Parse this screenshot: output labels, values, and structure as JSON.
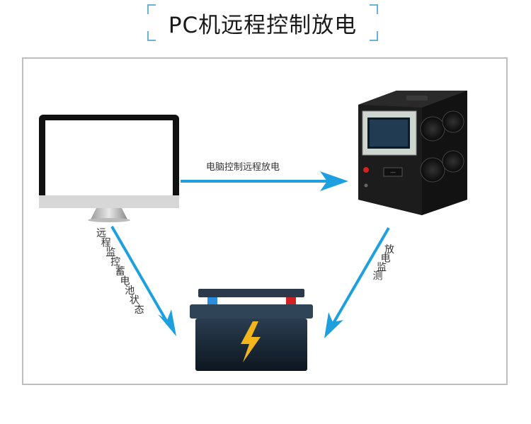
{
  "title": "PC机远程控制放电",
  "labels": {
    "pc_to_device": "电脑控制远程放电",
    "pc_to_battery": "远程监控蓄电池状态",
    "device_to_battery": "放电监测"
  },
  "colors": {
    "arrow": "#1ea0e0",
    "frame": "#bdbdbd",
    "bracket": "#6ab3d8",
    "battery_body": "#1b2a38",
    "bolt": "#f2b51c"
  }
}
